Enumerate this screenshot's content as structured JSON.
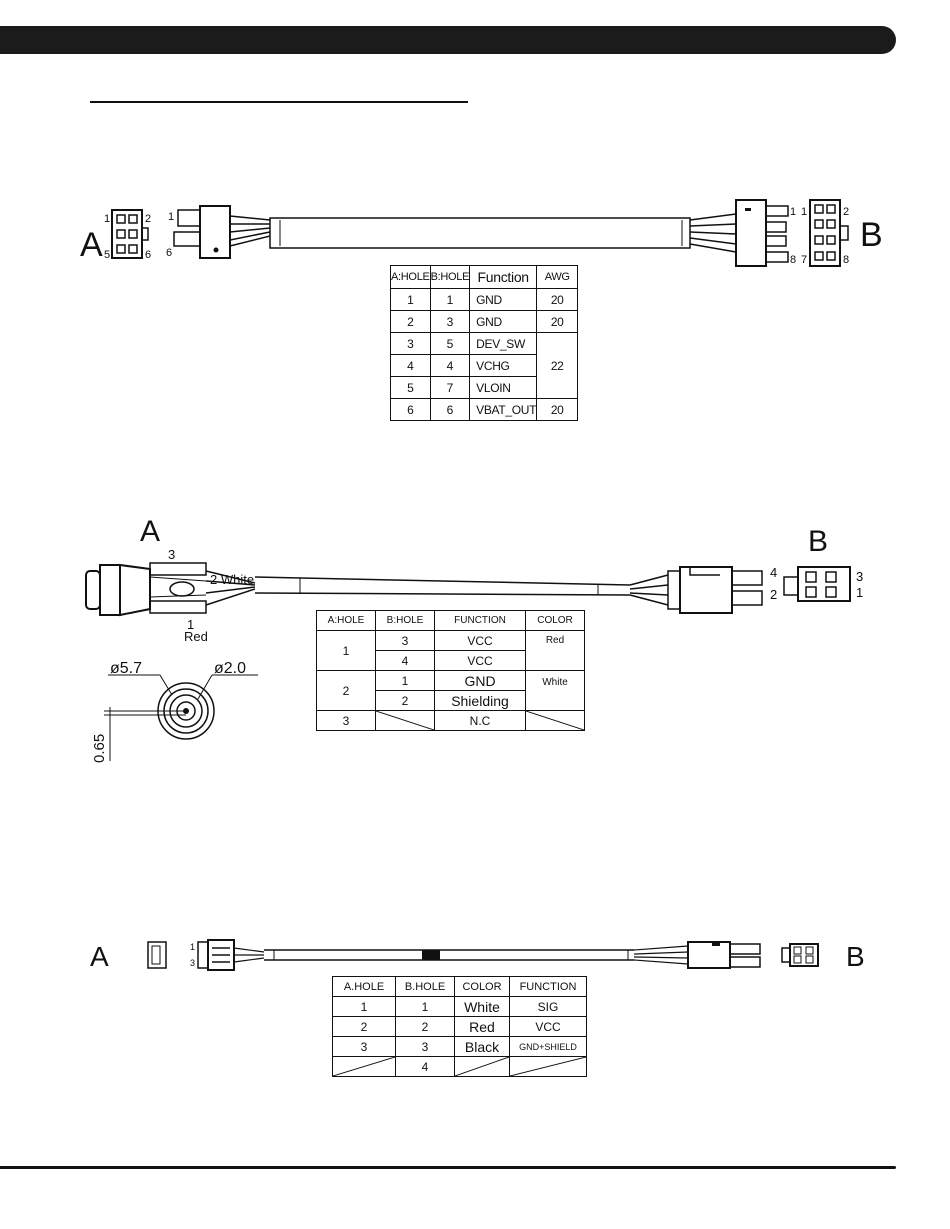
{
  "header": {},
  "cable1": {
    "label_a": "A",
    "label_b": "B",
    "a_pins": {
      "p1": "1",
      "p2": "2",
      "p5": "5",
      "p6": "6"
    },
    "a_plug_pins": {
      "p1": "1",
      "p6": "6"
    },
    "b_pins": {
      "p1": "1",
      "p1b": "1",
      "p2": "2",
      "p8": "8",
      "p7": "7",
      "p8b": "8"
    },
    "table": {
      "headers": [
        "A:HOLE",
        "B:HOLE",
        "Function",
        "AWG"
      ],
      "rows": [
        {
          "a": "1",
          "b": "1",
          "function": "GND",
          "awg": "20"
        },
        {
          "a": "2",
          "b": "3",
          "function": "GND",
          "awg": "20"
        },
        {
          "a": "3",
          "b": "5",
          "function": "DEV_SW",
          "awg": "22"
        },
        {
          "a": "4",
          "b": "4",
          "function": "VCHG",
          "awg": ""
        },
        {
          "a": "5",
          "b": "7",
          "function": "VLOIN",
          "awg": ""
        },
        {
          "a": "6",
          "b": "6",
          "function": "VBAT_OUT",
          "awg": "20"
        }
      ]
    }
  },
  "cable2": {
    "label_a": "A",
    "label_b": "B",
    "pin3": "3",
    "pin2_white": "2 White",
    "pin1": "1",
    "red": "Red",
    "b_pin4": "4",
    "b_pin2": "2",
    "b_pin3": "3",
    "b_pin1": "1",
    "dim_outer": "ø5.7",
    "dim_inner": "ø2.0",
    "dim_offset": "0.65",
    "table": {
      "headers": [
        "A:HOLE",
        "B:HOLE",
        "FUNCTION",
        "COLOR"
      ],
      "rows": [
        {
          "a": "1",
          "b": "3",
          "function": "VCC",
          "color": "Red"
        },
        {
          "a": "",
          "b": "4",
          "function": "VCC",
          "color": ""
        },
        {
          "a": "2",
          "b": "1",
          "function": "GND",
          "color": "White"
        },
        {
          "a": "",
          "b": "2",
          "function": "Shielding",
          "color": ""
        },
        {
          "a": "3",
          "b": "",
          "function": "N.C",
          "color": ""
        }
      ]
    }
  },
  "cable3": {
    "label_a": "A",
    "label_b": "B",
    "pin1": "1",
    "pin3": "3",
    "table": {
      "headers": [
        "A.HOLE",
        "B.HOLE",
        "COLOR",
        "FUNCTION"
      ],
      "rows": [
        {
          "a": "1",
          "b": "1",
          "color": "White",
          "function": "SIG"
        },
        {
          "a": "2",
          "b": "2",
          "color": "Red",
          "function": "VCC"
        },
        {
          "a": "3",
          "b": "3",
          "color": "Black",
          "function": "GND+SHIELD"
        },
        {
          "a": "",
          "b": "4",
          "color": "",
          "function": ""
        }
      ]
    }
  }
}
